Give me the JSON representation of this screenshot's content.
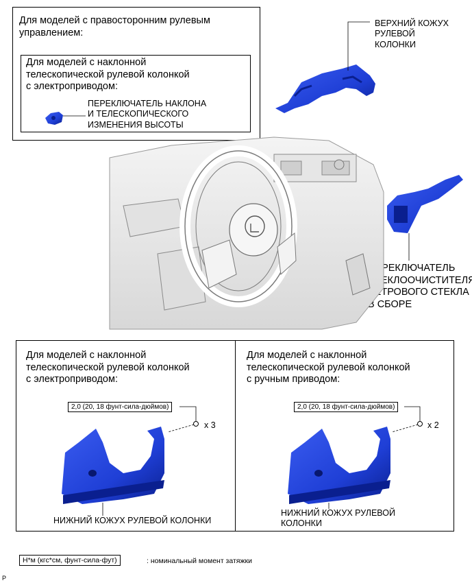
{
  "top_box": {
    "heading": "Для моделей с правосторонним рулевым\nуправлением:",
    "inner_heading": "Для моделей с наклонной\nтелескопической рулевой колонкой\nс электроприводом:",
    "switch_label": "ПЕРЕКЛЮЧАТЕЛЬ НАКЛОНА\nИ ТЕЛЕСКОПИЧЕСКОГО\nИЗМЕНЕНИЯ ВЫСОТЫ"
  },
  "upper_cover_label": "ВЕРХНИЙ КОЖУХ\nРУЛЕВОЙ\nКОЛОНКИ",
  "wiper_switch_label": "ПЕРЕКЛЮЧАТЕЛЬ\nСТЕКЛООЧИСТИТЕЛЯ\nВЕТРОВОГО СТЕКЛА\nВ СБОРЕ",
  "bottom_left": {
    "heading": "Для моделей с наклонной\nтелескопической рулевой колонкой\nс электроприводом:",
    "torque": "2,0 (20, 18 фунт-сила-дюймов)",
    "count": "x 3",
    "part_label": "НИЖНИЙ КОЖУХ РУЛЕВОЙ КОЛОНКИ"
  },
  "bottom_right": {
    "heading": "Для моделей с наклонной\nтелескопической рулевой колонкой\nс ручным приводом:",
    "torque": "2,0 (20, 18 фунт-сила-дюймов)",
    "count": "x 2",
    "part_label": "НИЖНИЙ КОЖУХ РУЛЕВОЙ\nКОЛОНКИ"
  },
  "legend": {
    "unit_box": "Н*м (кгс*см, фунт-сила-фут)",
    "description": ": номинальный момент затяжки"
  },
  "corner_mark": "P",
  "colors": {
    "part_blue": "#1f3fd6",
    "part_dark": "#0a1f8f",
    "line": "#000000"
  }
}
